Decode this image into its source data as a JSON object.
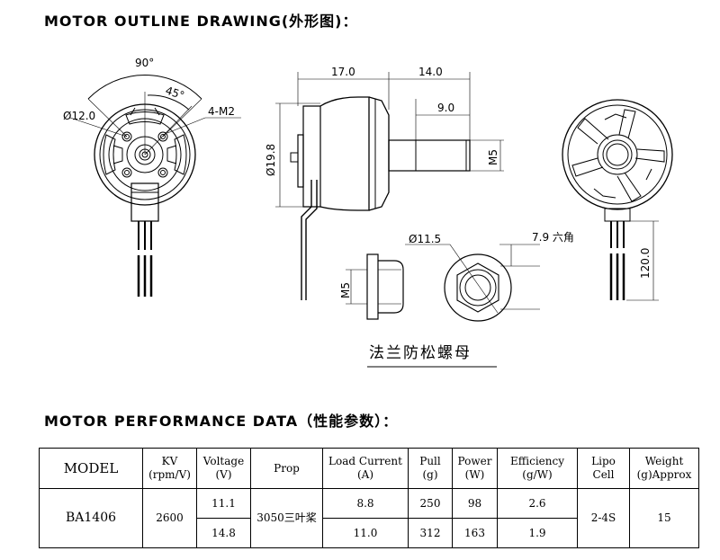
{
  "headings": {
    "outline": "MOTOR OUTLINE DRAWING(外形图)：",
    "performance": "MOTOR PERFORMANCE DATA（性能参数）："
  },
  "drawing": {
    "angle_90": "90°",
    "angle_45": "45°",
    "dia_12": "Ø12.0",
    "holes": "4-M2",
    "len_17": "17.0",
    "len_14": "14.0",
    "len_9": "9.0",
    "dia_19_8": "Ø19.8",
    "shaft_m5": "M5",
    "dia_11_5": "Ø11.5",
    "hex_7_9": "7.9 六角",
    "nut_m5": "M5",
    "lead_120": "120.0",
    "nut_title": "法兰防松螺母"
  },
  "table": {
    "headers": {
      "model": "MODEL",
      "kv": [
        "KV",
        "(rpm/V)"
      ],
      "voltage": [
        "Voltage",
        "(V)"
      ],
      "prop": "Prop",
      "load_current": [
        "Load Current",
        "(A)"
      ],
      "pull": [
        "Pull",
        "(g)"
      ],
      "power": [
        "Power",
        "(W)"
      ],
      "efficiency": [
        "Efficiency",
        "(g/W)"
      ],
      "lipo": [
        "Lipo",
        "Cell"
      ],
      "weight": [
        "Weight",
        "(g)Approx"
      ]
    },
    "model": "BA1406",
    "kv": "2600",
    "prop": "3050三叶桨",
    "lipo": "2-4S",
    "weight": "15",
    "rows": [
      {
        "voltage": "11.1",
        "current": "8.8",
        "pull": "250",
        "power": "98",
        "efficiency": "2.6"
      },
      {
        "voltage": "14.8",
        "current": "11.0",
        "pull": "312",
        "power": "163",
        "efficiency": "1.9"
      }
    ]
  }
}
